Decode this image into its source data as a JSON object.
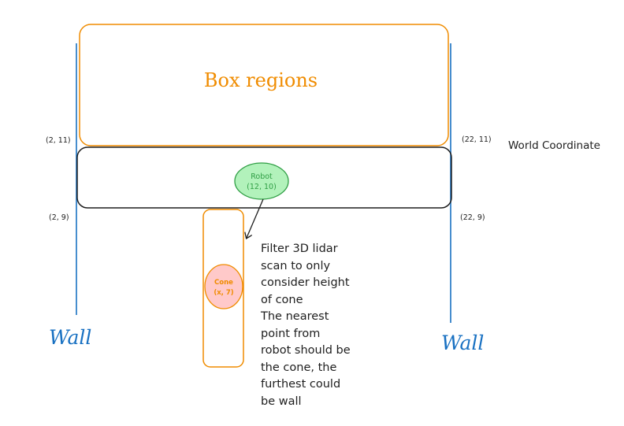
{
  "box_regions": {
    "label": "Box regions"
  },
  "world": {
    "label": "World Coordinate"
  },
  "coords": {
    "top_left": "(2, 11)",
    "top_right": "(22, 11)",
    "bottom_left": "(2, 9)",
    "bottom_right": "(22, 9)"
  },
  "robot": {
    "name": "Robot",
    "position": "(12, 10)"
  },
  "cone": {
    "name": "Cone",
    "position": "(x, 7)"
  },
  "walls": {
    "left": "Wall",
    "right": "Wall"
  },
  "note": {
    "lines": [
      "Filter 3D lidar",
      "scan to only",
      "consider height",
      "of cone",
      "The nearest",
      "point from",
      "robot should be",
      "the cone, the",
      "furthest could",
      "be wall"
    ]
  },
  "colors": {
    "orange": "#f08c00",
    "blue": "#1971c2",
    "green_fill": "#b2f2bb",
    "green_stroke": "#2f9e44",
    "red_fill": "#ffc9c9",
    "ink": "#1e1e1e"
  }
}
